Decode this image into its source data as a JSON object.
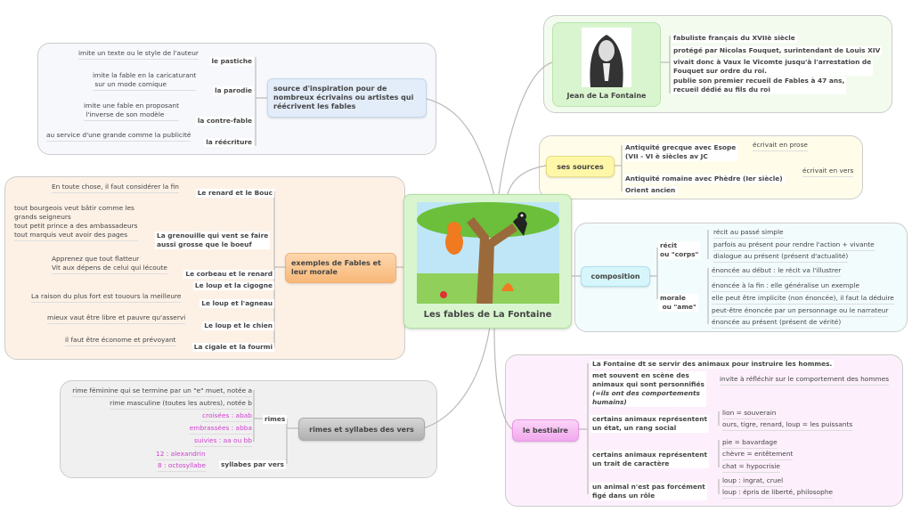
{
  "center": {
    "title": "Les fables de La Fontaine",
    "image": "fox-crow-tree-illustration"
  },
  "inspiration": {
    "title": "source d'inspiration pour de nombreux écrivains ou artistes qui réécrivent les fables",
    "items": [
      {
        "label": "le pastiche",
        "note": "imite un texte ou le style de l'auteur"
      },
      {
        "label": "la parodie",
        "note": "imite la fable en la caricaturant\n sur un mode comique"
      },
      {
        "label": "la contre-fable",
        "note": "imite une fable en proposant\n l'inverse de son modèle"
      },
      {
        "label": "la réécriture",
        "note": "au service d'une grande comme la publicité"
      }
    ]
  },
  "exemples": {
    "title": "exemples de Fables et leur morale",
    "items": [
      {
        "label": "Le renard et le Bouc",
        "note": "En toute chose, il faut considérer la fin"
      },
      {
        "label": "La grenouille qui vent se faire\naussi grosse que le boeuf",
        "note": "tout bourgeois veut bâtir comme les\ngrands seigneurs\ntout petit prince a des ambassadeurs\ntout marquis veut avoir des pages"
      },
      {
        "label": "Le corbeau et le renard",
        "note": "Apprenez que tout flatteur\nVit aux dépens de celui qui lécoute"
      },
      {
        "label": "Le loup et la cigogne",
        "note": ""
      },
      {
        "label": "Le loup et l'agneau",
        "note": "La raison du plus fort est touours la meilleure"
      },
      {
        "label": "Le loup et le chien",
        "note": "mieux vaut être libre et pauvre qu'asservi"
      },
      {
        "label": "La cigale et la fourmi",
        "note": "il faut être économe et prévoyant"
      }
    ]
  },
  "rimes": {
    "title": "rimes et syllabes des vers",
    "rimes_label": "rimes",
    "rimes_items": [
      "rime féminine qui se termine par un \"e\" muet, notée a",
      "rime masculine (toutes les autres), notée b",
      "croisées : abab",
      "embrassées : abba",
      "suivies : aa ou bb"
    ],
    "syllabes_label": "syllabes par vers",
    "syllabes_items": [
      "12 : alexandrin",
      "8 : octosyllabe"
    ]
  },
  "auteur": {
    "title": "Jean de La Fontaine",
    "portrait": "portrait-engraving",
    "items": [
      "fabuliste français du XVIIè siècle",
      "protégé par Nicolas Fouquet, surintendant de Louis XIV",
      "vivait donc à Vaux le Vicomte jusqu'à l'arrestation de\nFouquet sur ordre du roi.",
      "publie son premier recueil de Fables à 47 ans,\nrecueil dédié au fils du roi"
    ]
  },
  "sources": {
    "title": "ses sources",
    "items": [
      {
        "label": "Antiquité grecque avec Esope\n(VII - VI è siècles av JC",
        "note": "écrivait en prose"
      },
      {
        "label": "Antiquité romaine avec  Phèdre (Ier siècle)",
        "note": "écrivait en vers"
      },
      {
        "label": "Orient ancien",
        "note": ""
      }
    ]
  },
  "composition": {
    "title": "composition",
    "recit_label": "récit\nou \"corps\"",
    "recit_items": [
      "récit au passé simple",
      "parfois au présent pour rendre l'action + vivante",
      "dialogue au présent (présent d'actualité)"
    ],
    "morale_label": "morale\n ou \"ame\"",
    "morale_items": [
      "énoncée au début : le récit va l'illustrer",
      "énoncée à la fin : elle généralise un exemple",
      "elle peut être implicite (non énoncée), il faut la déduire",
      "peut-être énoncée par un personnage ou le narrateur",
      "énoncée au présent (présent de vérité)"
    ]
  },
  "bestiaire": {
    "title": "le bestiaire",
    "intro": "La Fontaine dt se servir des animaux pour instruire les hommes.",
    "personnifies": "met souvent en scène des\nanimaux qui sont personnifiés",
    "personnifies_italic": "(=ils ont des comportements\nhumains)",
    "personnifies_note": "invite à réfléchir sur le comportement des hommes",
    "etat": "certains animaux représentent\nun état, un rang social",
    "etat_notes": [
      "lion = souverain",
      "ours, tigre, renard, loup = les puissants"
    ],
    "trait": "certains animaux représentent\nun trait de caractère",
    "trait_notes": [
      "pie = bavardage",
      "chèvre = entêtement",
      "chat = hypocrisie"
    ],
    "role": "un animal n'est pas forcément\nfigé dans un rôle",
    "role_notes": [
      "loup : ingrat, cruel",
      "loup : épris de liberté, philosophe"
    ]
  },
  "colors": {
    "green": "#d9f5cf",
    "blue": "#e3edfa",
    "orange": "#fbc590",
    "gray": "#bdbdbd",
    "yellow": "#fff7a8",
    "cyan": "#d6f6fb",
    "pink": "#f6b8f2",
    "magenta": "#d040d0"
  }
}
